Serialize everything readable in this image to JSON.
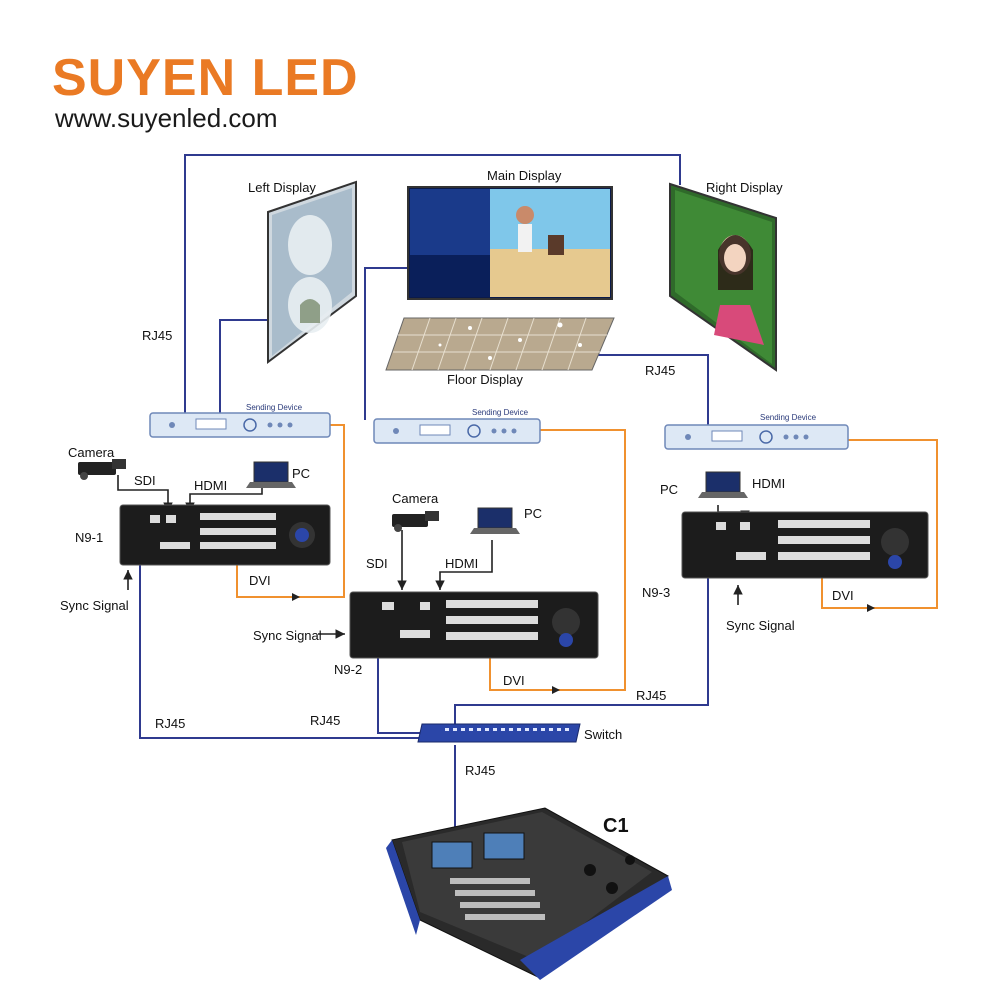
{
  "brand": {
    "name": "SUYEN LED",
    "website": "www.suyenled.com"
  },
  "displays": {
    "left": "Left Display",
    "main": "Main Display",
    "right": "Right Display",
    "floor": "Floor Display"
  },
  "sending_device": "Sending Device",
  "processors": {
    "n9_1": "N9-1",
    "n9_2": "N9-2",
    "n9_3": "N9-3"
  },
  "sources": {
    "camera": "Camera",
    "pc": "PC"
  },
  "signals": {
    "sdi": "SDI",
    "hdmi": "HDMI",
    "dvi": "DVI",
    "rj45": "RJ45",
    "sync": "Sync Signal"
  },
  "switch": "Switch",
  "controller": "C1",
  "colors": {
    "brand": "#ea7a24",
    "rj45_line": "#2f3a8f",
    "dvi_line": "#f0912f",
    "device_body": "#1c1c1c",
    "switch_body": "#2b46a8"
  }
}
